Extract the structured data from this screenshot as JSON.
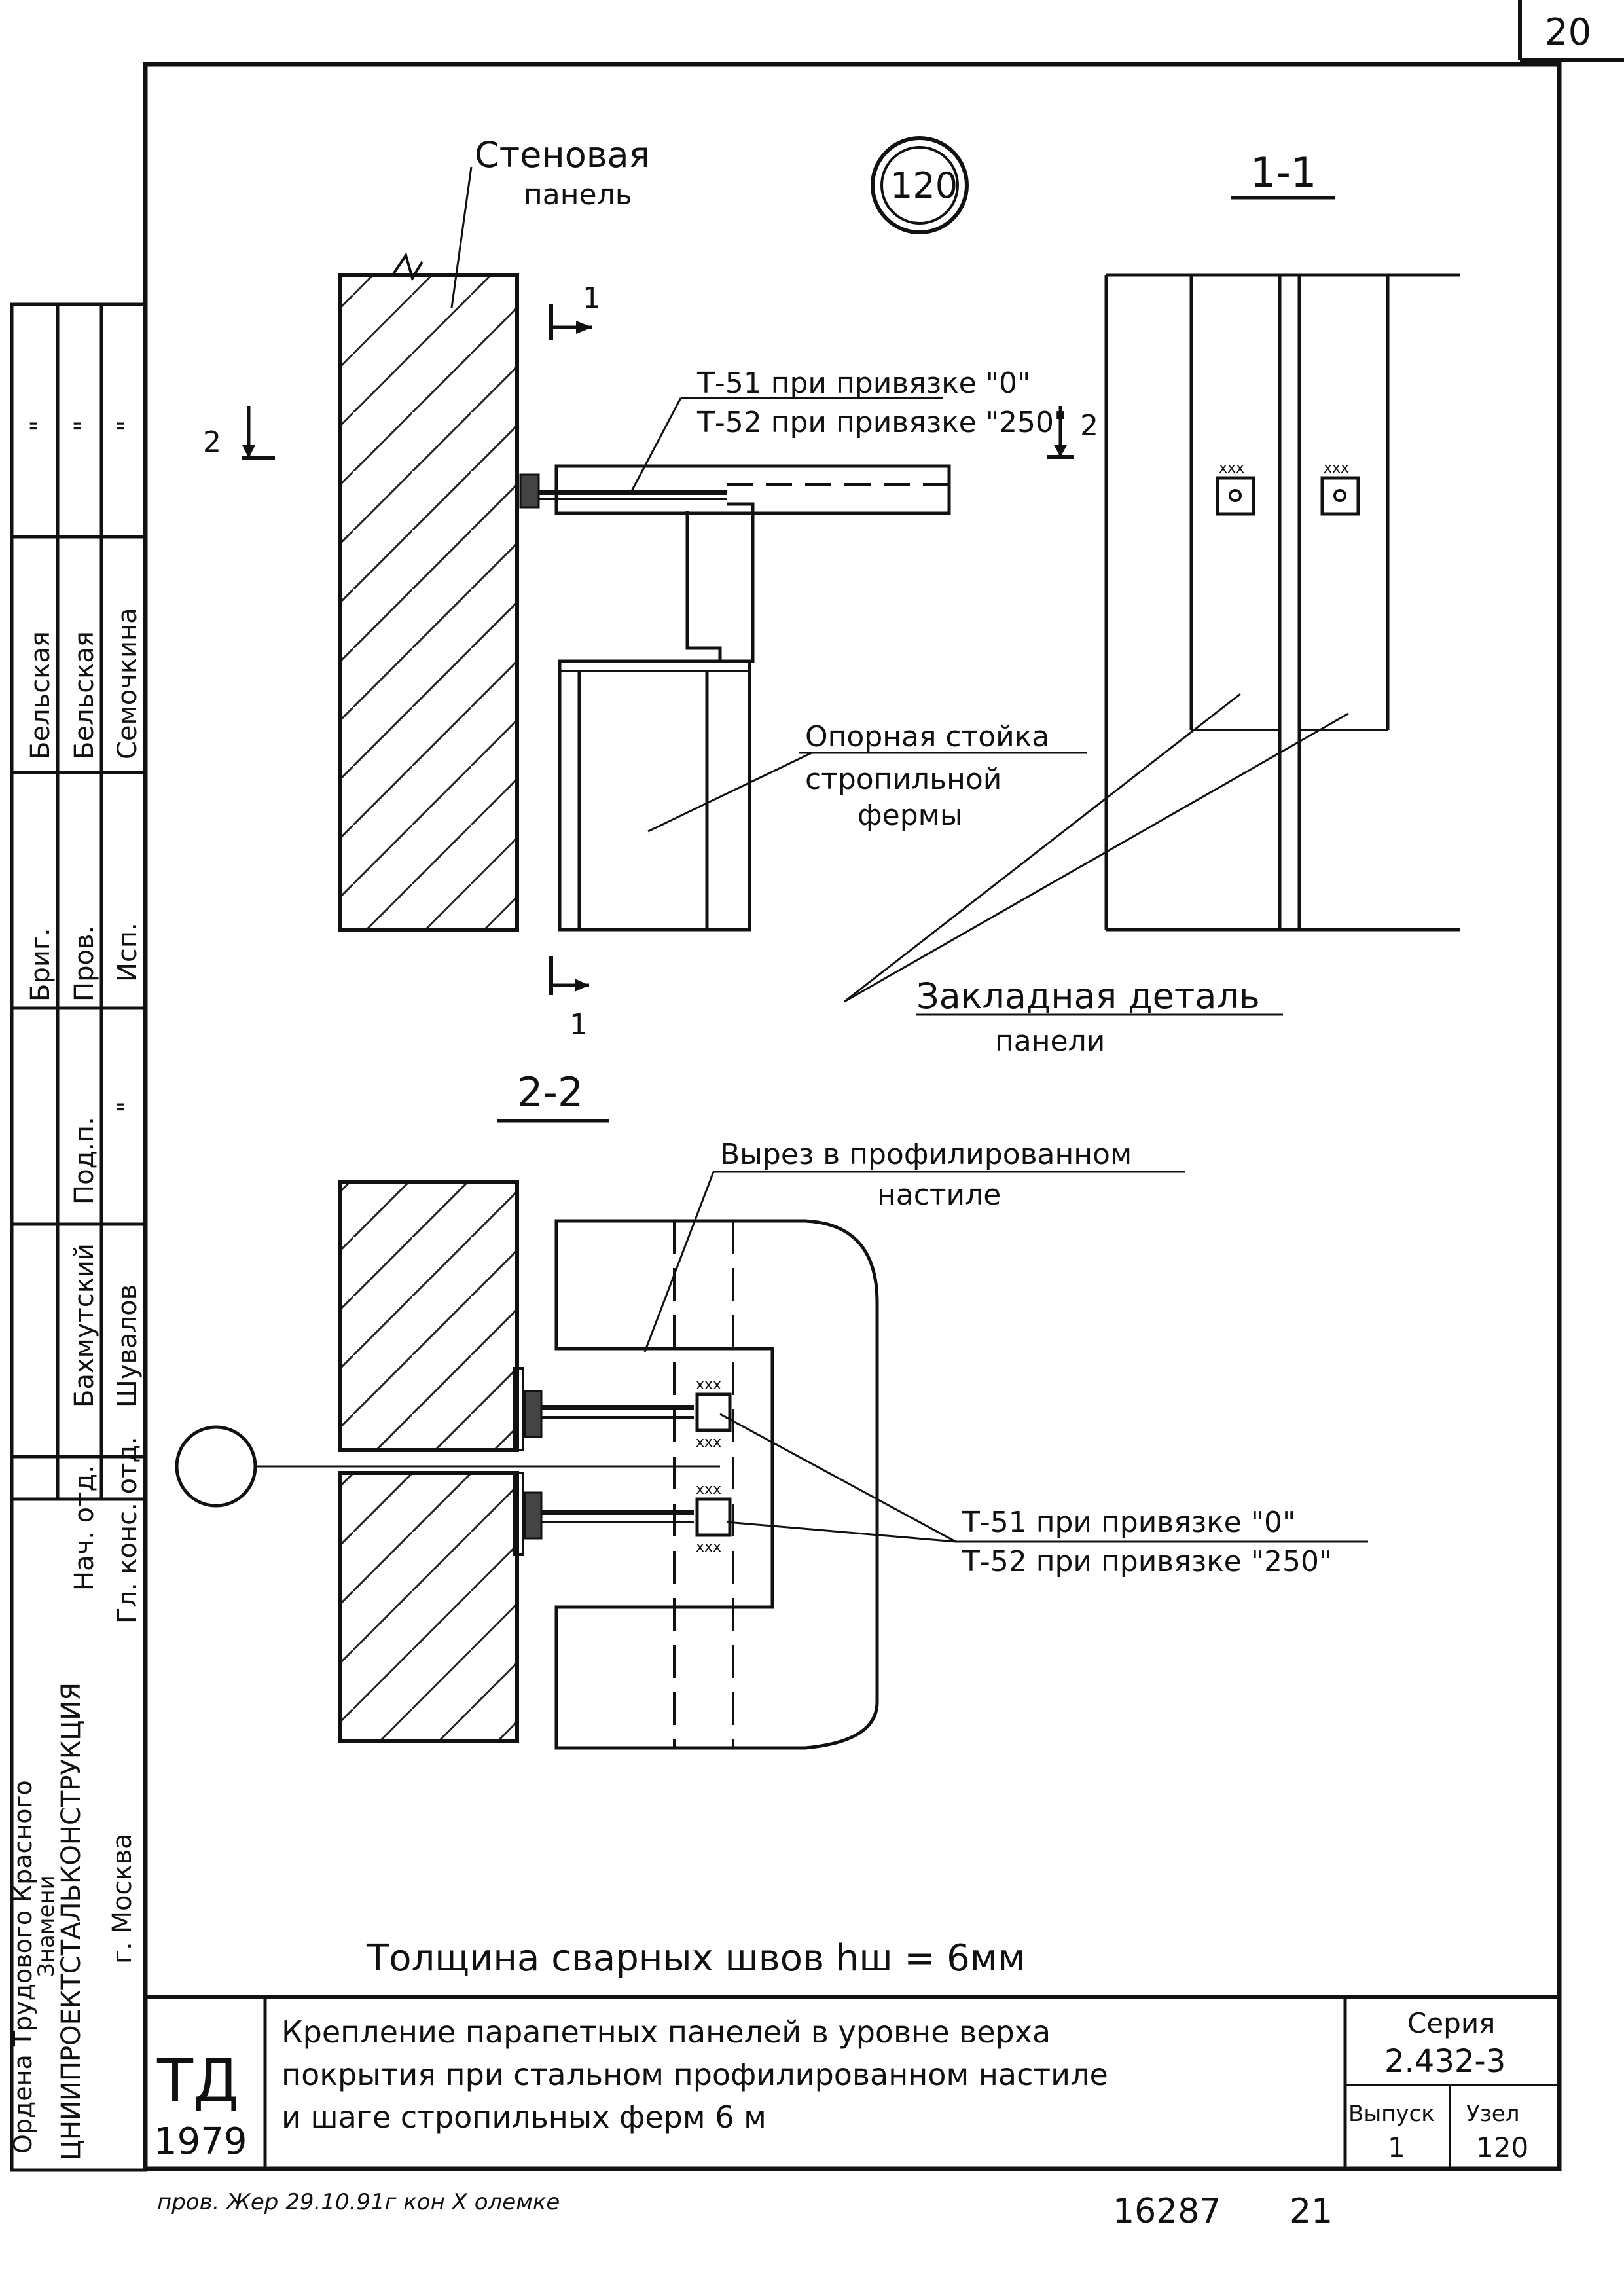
{
  "page_number": "20",
  "node_mark": "120",
  "labels": {
    "wall_panel_line1": "Стеновая",
    "wall_panel_line2": "панель",
    "t51_top": "Т-51 при привязке \"0\"",
    "t52_top": "Т-52 при привязке \"250\"",
    "section_1_1": "1-1",
    "section_2_2": "2-2",
    "cut_mark_1": "1",
    "cut_mark_2": "2",
    "support_post_line1": "Опорная стойка",
    "support_post_line2": "стропильной",
    "support_post_line3": "фермы",
    "embedded_line1": "Закладная деталь",
    "embedded_line2": "панели",
    "cutout_line1": "Вырез в профилированном",
    "cutout_line2": "настиле",
    "t51_bottom": "Т-51 при привязке \"0\"",
    "t52_bottom": "Т-52 при привязке \"250\"",
    "weld_thickness": "Толщина сварных швов hш = 6мм",
    "weld_marks": "xxx"
  },
  "stamp": {
    "rows": [
      {
        "role": "Нач. отд.",
        "name": "Бахмутский",
        "sign": ""
      },
      {
        "role": "Гл. конс. отд.",
        "name": "Шувалов",
        "sign": ""
      },
      {
        "role": "Бриг.",
        "name": "Бельская",
        "sign": "\""
      },
      {
        "role": "Пров.",
        "name": "Бельская",
        "sign": "\""
      },
      {
        "role": "Исп.",
        "name": "Семочкина",
        "sign": "\""
      },
      {
        "role": "Под.п.",
        "name": "",
        "sign": "\""
      }
    ],
    "org_line1": "Ордена Трудового Красного",
    "org_line2": "Знамени",
    "org_line3": "ЦНИИПРОЕКТСТАЛЬКОНСТРУКЦИЯ",
    "org_line4": "г. Москва"
  },
  "title_block": {
    "doc_code": "ТД",
    "year": "1979",
    "title_line1": "Крепление парапетных панелей в уровне верха",
    "title_line2": "покрытия при стальном профилированном настиле",
    "title_line3": "и шаге стропильных ферм 6 м",
    "series_label": "Серия",
    "series_value": "2.432-3",
    "issue_label": "Выпуск",
    "issue_value": "1",
    "node_label": "Узел",
    "node_value": "120"
  },
  "footer": {
    "check_note": "пров. Жер 29.10.91г кон Х олемке",
    "number": "16287",
    "sheet": "21"
  }
}
